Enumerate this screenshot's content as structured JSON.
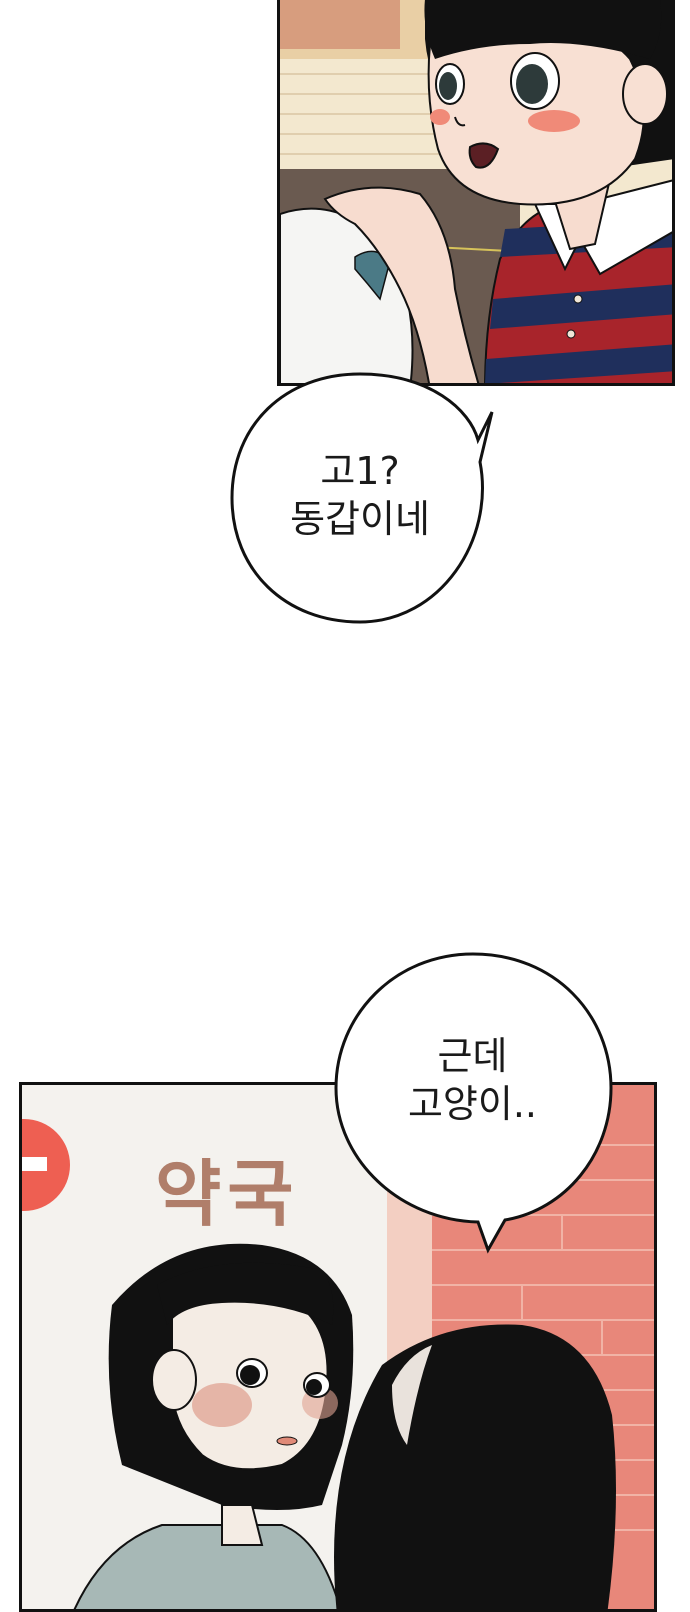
{
  "bubbles": {
    "first": {
      "line1": "고1?",
      "line2": "동갑이네"
    },
    "second": {
      "line1": "근데",
      "line2": "고양이.."
    }
  },
  "signs": {
    "pharmacy": "약국"
  },
  "colors": {
    "panel_border": "#111111",
    "cheek_blush": "#f08a78",
    "shirt_red": "#a8242b",
    "shirt_navy": "#1f2f5c",
    "brick_wall": "#e8877a",
    "sign_text": "#b07e6a",
    "sign_circle": "#ee5f52"
  }
}
